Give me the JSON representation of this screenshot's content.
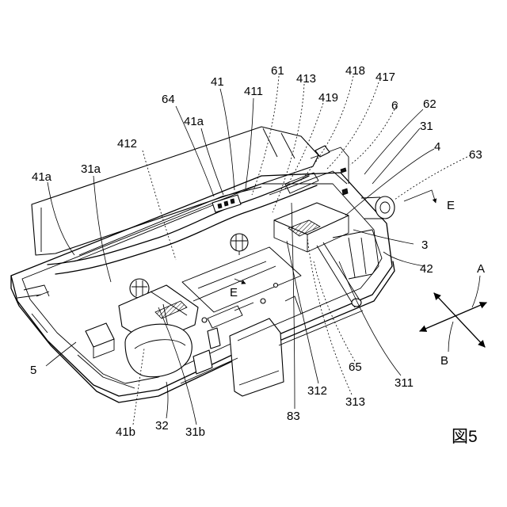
{
  "figure_label": "図5",
  "labels": {
    "l41": "41",
    "l61": "61",
    "l413": "413",
    "l418": "418",
    "l417": "417",
    "l411": "411",
    "l64": "64",
    "l41a_top": "41a",
    "l419": "419",
    "l6": "6",
    "l62": "62",
    "l31": "31",
    "l4": "4",
    "l63": "63",
    "l412": "412",
    "l41a_left": "41a",
    "l31a": "31a",
    "lE_right": "E",
    "l3": "3",
    "l42": "42",
    "lE_center": "E",
    "lA": "A",
    "lB": "B",
    "l5": "5",
    "l65": "65",
    "l311": "311",
    "l312": "312",
    "l313": "313",
    "l83": "83",
    "l41b": "41b",
    "l32": "32",
    "l31b": "31b"
  }
}
